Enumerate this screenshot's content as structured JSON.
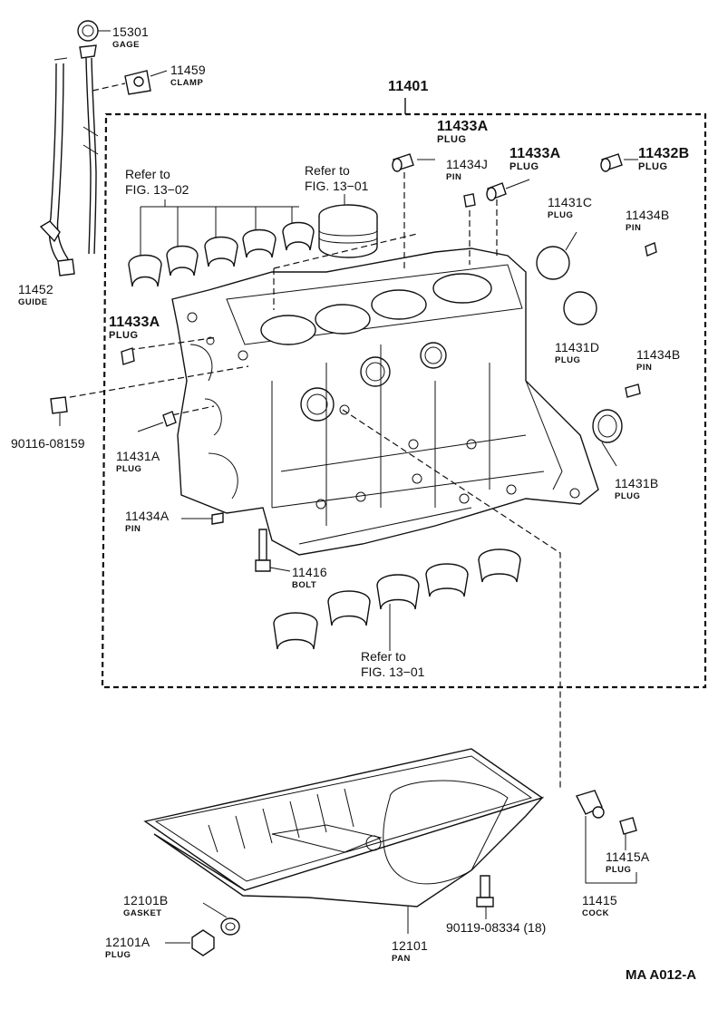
{
  "labels": {
    "gage": {
      "num": "15301",
      "name": "GAGE"
    },
    "clamp": {
      "num": "11459",
      "name": "CLAMP"
    },
    "guide": {
      "num": "11452",
      "name": "GUIDE"
    },
    "block": {
      "num": "11401"
    },
    "plug_11433a_top": {
      "num": "11433A",
      "name": "PLUG"
    },
    "plug_11433a_mid": {
      "num": "11433A",
      "name": "PLUG"
    },
    "plug_11433a_left": {
      "num": "11433A",
      "name": "PLUG"
    },
    "plug_11432b": {
      "num": "11432B",
      "name": "PLUG"
    },
    "pin_11434j": {
      "num": "11434J",
      "name": "PIN"
    },
    "plug_11431c": {
      "num": "11431C",
      "name": "PLUG"
    },
    "pin_11434b_top": {
      "num": "11434B",
      "name": "PIN"
    },
    "plug_11431d": {
      "num": "11431D",
      "name": "PLUG"
    },
    "pin_11434b_mid": {
      "num": "11434B",
      "name": "PIN"
    },
    "plug_11431b": {
      "num": "11431B",
      "name": "PLUG"
    },
    "plug_11431a": {
      "num": "11431A",
      "name": "PLUG"
    },
    "pin_11434a": {
      "num": "11434A",
      "name": "PIN"
    },
    "bolt_11416": {
      "num": "11416",
      "name": "BOLT"
    },
    "stud": {
      "num": "90116-08159"
    },
    "gasket": {
      "num": "12101B",
      "name": "GASKET"
    },
    "drain_plug": {
      "num": "12101A",
      "name": "PLUG"
    },
    "pan": {
      "num": "12101",
      "name": "PAN"
    },
    "pan_bolt": {
      "num": "90119-08334 (18)"
    },
    "plug_11415a": {
      "num": "11415A",
      "name": "PLUG"
    },
    "cock": {
      "num": "11415",
      "name": "COCK"
    }
  },
  "refs": {
    "ref_13_02": {
      "line1": "Refer to",
      "line2": "FIG. 13−02"
    },
    "ref_13_01_top": {
      "line1": "Refer to",
      "line2": "FIG. 13−01"
    },
    "ref_13_01_bottom": {
      "line1": "Refer to",
      "line2": "FIG. 13−01"
    }
  },
  "footer": {
    "code": "MA  A012-A"
  }
}
